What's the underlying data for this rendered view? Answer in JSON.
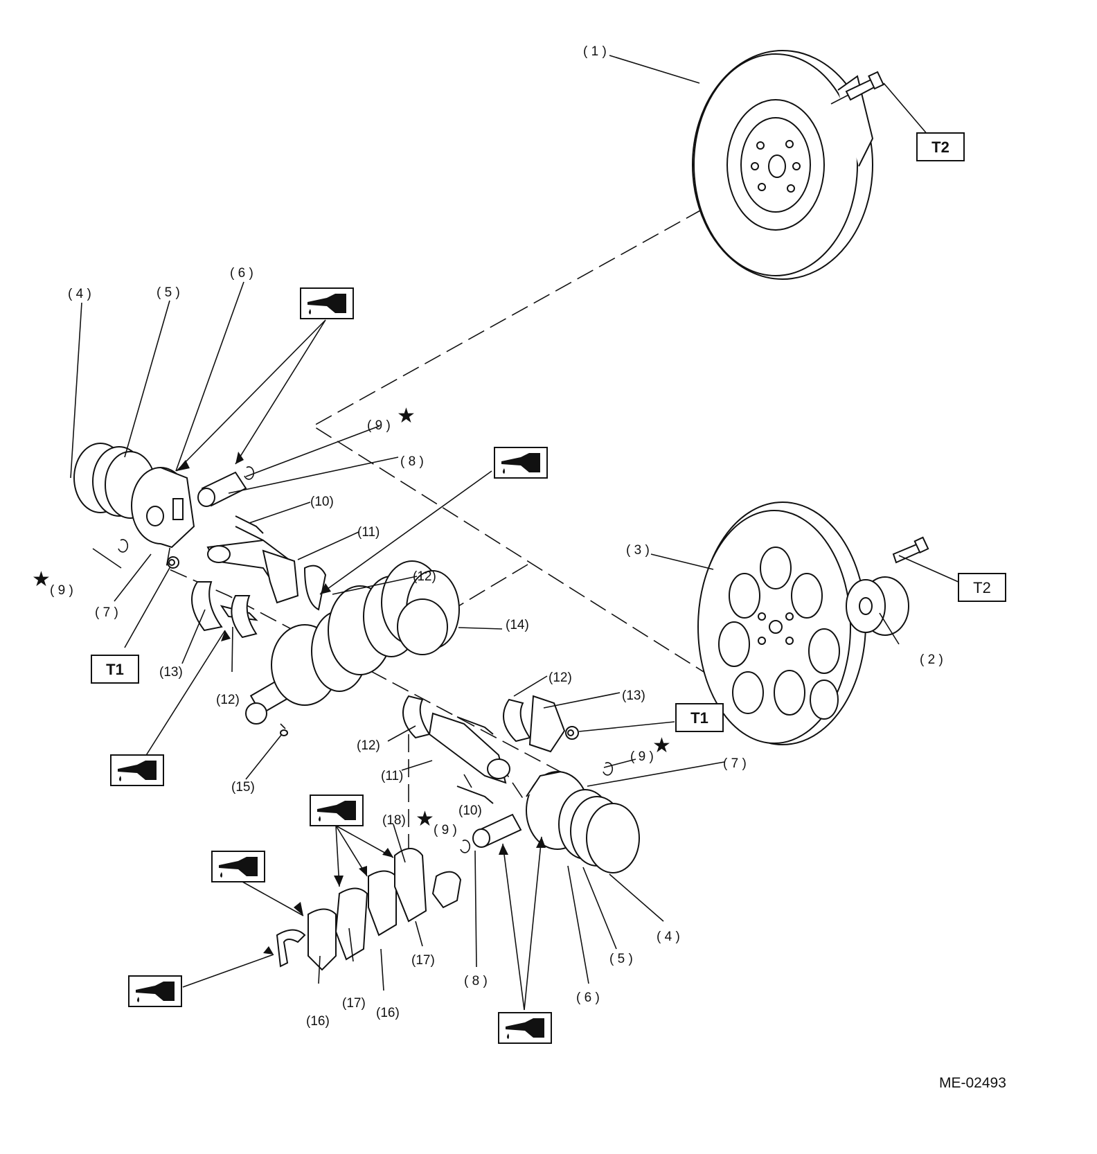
{
  "labels": {
    "l1": "( 1 )",
    "l2": "( 2 )",
    "l3": "( 3 )",
    "l4a": "( 4 )",
    "l4b": "( 4 )",
    "l5a": "( 5 )",
    "l5b": "( 5 )",
    "l6a": "( 6 )",
    "l6b": "( 6 )",
    "l7a": "( 7 )",
    "l7b": "( 7 )",
    "l8a": "( 8 )",
    "l8b": "( 8 )",
    "l9a": "( 9 )",
    "l9b": "( 9 )",
    "l9c": "( 9 )",
    "l9d": "( 9 )",
    "l10a": "(10)",
    "l10b": "(10)",
    "l11a": "(11)",
    "l11b": "(11)",
    "l12a": "(12)",
    "l12b": "(12)",
    "l12c": "(12)",
    "l12d": "(12)",
    "l13a": "(13)",
    "l13b": "(13)",
    "l14": "(14)",
    "l15": "(15)",
    "l16a": "(16)",
    "l16b": "(16)",
    "l17a": "(17)",
    "l17b": "(17)",
    "l18": "(18)"
  },
  "torque_boxes": {
    "t1": "T1",
    "t2": "T2"
  },
  "star_symbol": "★",
  "diagram_code": "ME-02493",
  "icons": {
    "oil_can": "oil-can-icon"
  }
}
